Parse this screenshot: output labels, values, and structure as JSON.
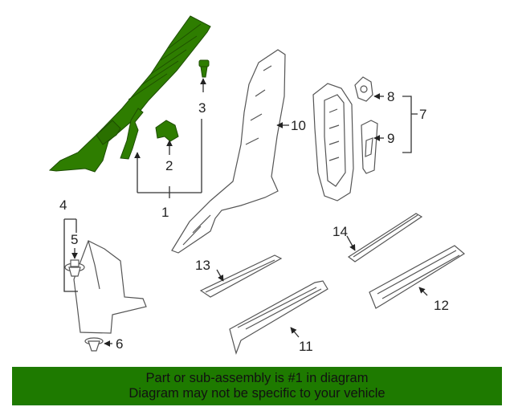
{
  "diagram": {
    "highlight_color": "#2e7d00",
    "line_color": "#555555",
    "callouts": {
      "c1": "1",
      "c2": "2",
      "c3": "3",
      "c4": "4",
      "c5": "5",
      "c6": "6",
      "c7": "7",
      "c8": "8",
      "c9": "9",
      "c10": "10",
      "c11": "11",
      "c12": "12",
      "c13": "13",
      "c14": "14"
    }
  },
  "banner": {
    "line1": "Part or sub-assembly is #1 in diagram",
    "line2": "Diagram may not be specific to your vehicle",
    "background": "#1e7a00"
  }
}
